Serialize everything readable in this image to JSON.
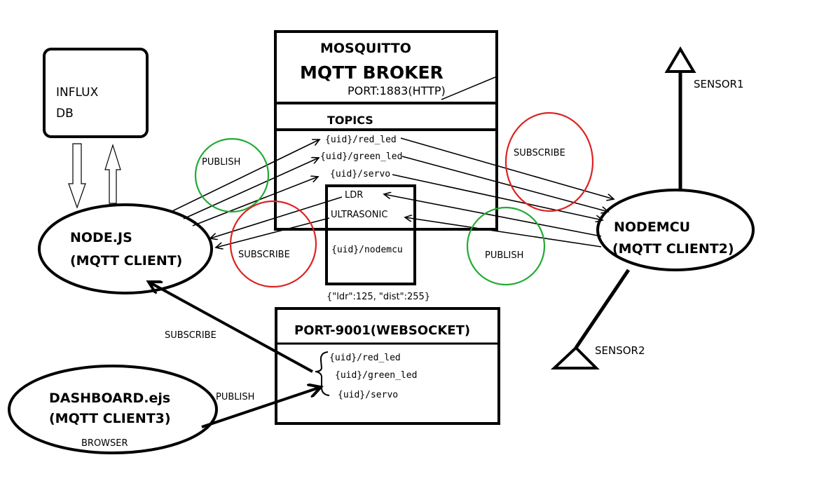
{
  "influx": {
    "line1": "INFLUX",
    "line2": "DB"
  },
  "broker": {
    "name": "MOSQUITTO",
    "title": "MQTT BROKER",
    "port": "PORT:1883(HTTP)",
    "topics_header": "TOPICS",
    "topics": [
      "{uid}/red_led",
      "{uid}/green_led",
      "{uid}/servo"
    ],
    "sub_box": {
      "items": [
        "LDR",
        "ULTRASONIC"
      ],
      "topic": "{uid}/nodemcu"
    },
    "payload": "{\"ldr\":125, \"dist\":255}"
  },
  "websocket": {
    "title": "PORT-9001(WEBSOCKET)",
    "topics": [
      "{uid}/red_led",
      "{uid}/green_led",
      "{uid}/servo"
    ]
  },
  "nodejs": {
    "line1": "NODE.JS",
    "line2": "(MQTT CLIENT)"
  },
  "nodemcu": {
    "line1": "NODEMCU",
    "line2": "(MQTT CLIENT2)"
  },
  "dashboard": {
    "line1": "DASHBOARD.ejs",
    "line2": "(MQTT CLIENT3)",
    "line3": "BROWSER"
  },
  "sensors": {
    "sensor1": "SENSOR1",
    "sensor2": "SENSOR2"
  },
  "labels": {
    "publish_nodejs": "PUBLISH",
    "subscribe_nodejs": "SUBSCRIBE",
    "subscribe_nodemcu": "SUBSCRIBE",
    "publish_nodemcu": "PUBLISH",
    "subscribe_ws": "SUBSCRIBE",
    "publish_ws": "PUBLISH"
  },
  "colors": {
    "publish_circle": "#22aa33",
    "subscribe_circle": "#dd2222",
    "ink": "#000000"
  }
}
